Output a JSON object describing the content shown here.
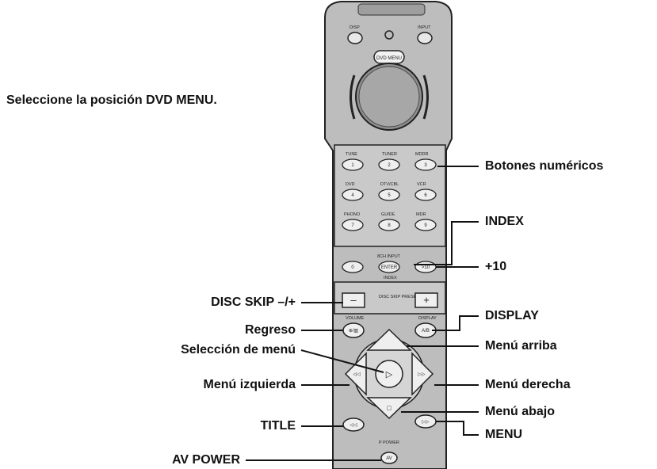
{
  "instruction": "Seleccione la posición DVD MENU.",
  "labels_right": {
    "numeric": "Botones numéricos",
    "index": "INDEX",
    "plus10": "+10",
    "display": "DISPLAY",
    "menu_up": "Menú arriba",
    "menu_right": "Menú derecha",
    "menu_down": "Menú abajo",
    "menu": "MENU"
  },
  "labels_left": {
    "disc_skip": "DISC SKIP –/+",
    "return": "Regreso",
    "menu_select": "Selección de menú",
    "menu_left": "Menú izquierda",
    "title": "TITLE",
    "av_power": "AV POWER"
  },
  "remote": {
    "top_buttons": [
      "DISP",
      "INPUT"
    ],
    "selector": "DVD MENU",
    "number_keys": [
      "1",
      "2",
      "3",
      "4",
      "5",
      "6",
      "7",
      "8",
      "9",
      "0"
    ],
    "enter": "ENTER",
    "plus10": ">10",
    "disc_skip_center": "DISC SKIP PRESET",
    "minus": "–",
    "plus": "+",
    "ab": "A/B",
    "return_key": "⊕/▥",
    "play": "▷",
    "stop": "□",
    "prev": "◁◁",
    "next": "▷▷",
    "av": "AV"
  }
}
